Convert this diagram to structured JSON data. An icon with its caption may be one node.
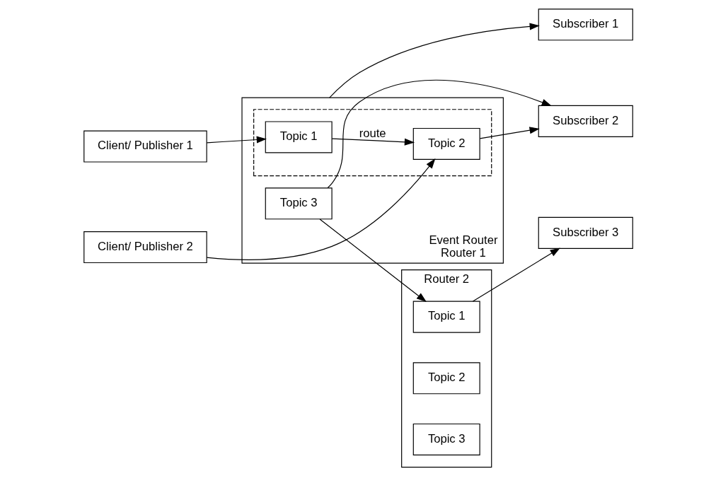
{
  "diagram": {
    "nodes": [
      {
        "text": [
          "Event Router",
          "Router 1"
        ]
      },
      {
        "text": [],
        "shape": "box",
        "in": 0
      },
      {
        "text": [
          "Client/ Publisher 1"
        ]
      },
      {
        "text": [
          "Topic 1"
        ],
        "in": 1
      },
      {
        "text": [
          "Subscriber 1"
        ]
      },
      {
        "text": [
          "Client/ Publisher 2"
        ]
      },
      {
        "text": [
          "Topic 2"
        ],
        "in": 1
      },
      {
        "text": [
          "Subscriber 2"
        ]
      },
      {
        "text": [
          "Topic 3"
        ],
        "in": 0
      },
      {
        "text": [
          "Router 2"
        ]
      },
      {
        "text": [
          "Topic 1"
        ],
        "in": 9
      },
      {
        "text": [
          "Topic 2"
        ],
        "in": 9
      },
      {
        "text": [
          "Topic 3"
        ],
        "in": 9
      },
      {
        "text": [
          "Subscriber 3"
        ]
      }
    ],
    "edges": [
      {
        "from": 2,
        "to": 3,
        "arrow": "to"
      },
      {
        "from": 0,
        "to": 4,
        "arrow": "to"
      },
      {
        "from": 3,
        "to": 6,
        "arrow": "to",
        "label": "route"
      },
      {
        "from": 5,
        "to": 6,
        "arrow": "to"
      },
      {
        "from": 6,
        "to": 7,
        "arrow": "to"
      },
      {
        "from": 8,
        "to": 7,
        "arrow": "to"
      },
      {
        "from": 8,
        "to": 10,
        "arrow": "to"
      },
      {
        "from": 10,
        "to": 13,
        "arrow": "to"
      }
    ]
  }
}
